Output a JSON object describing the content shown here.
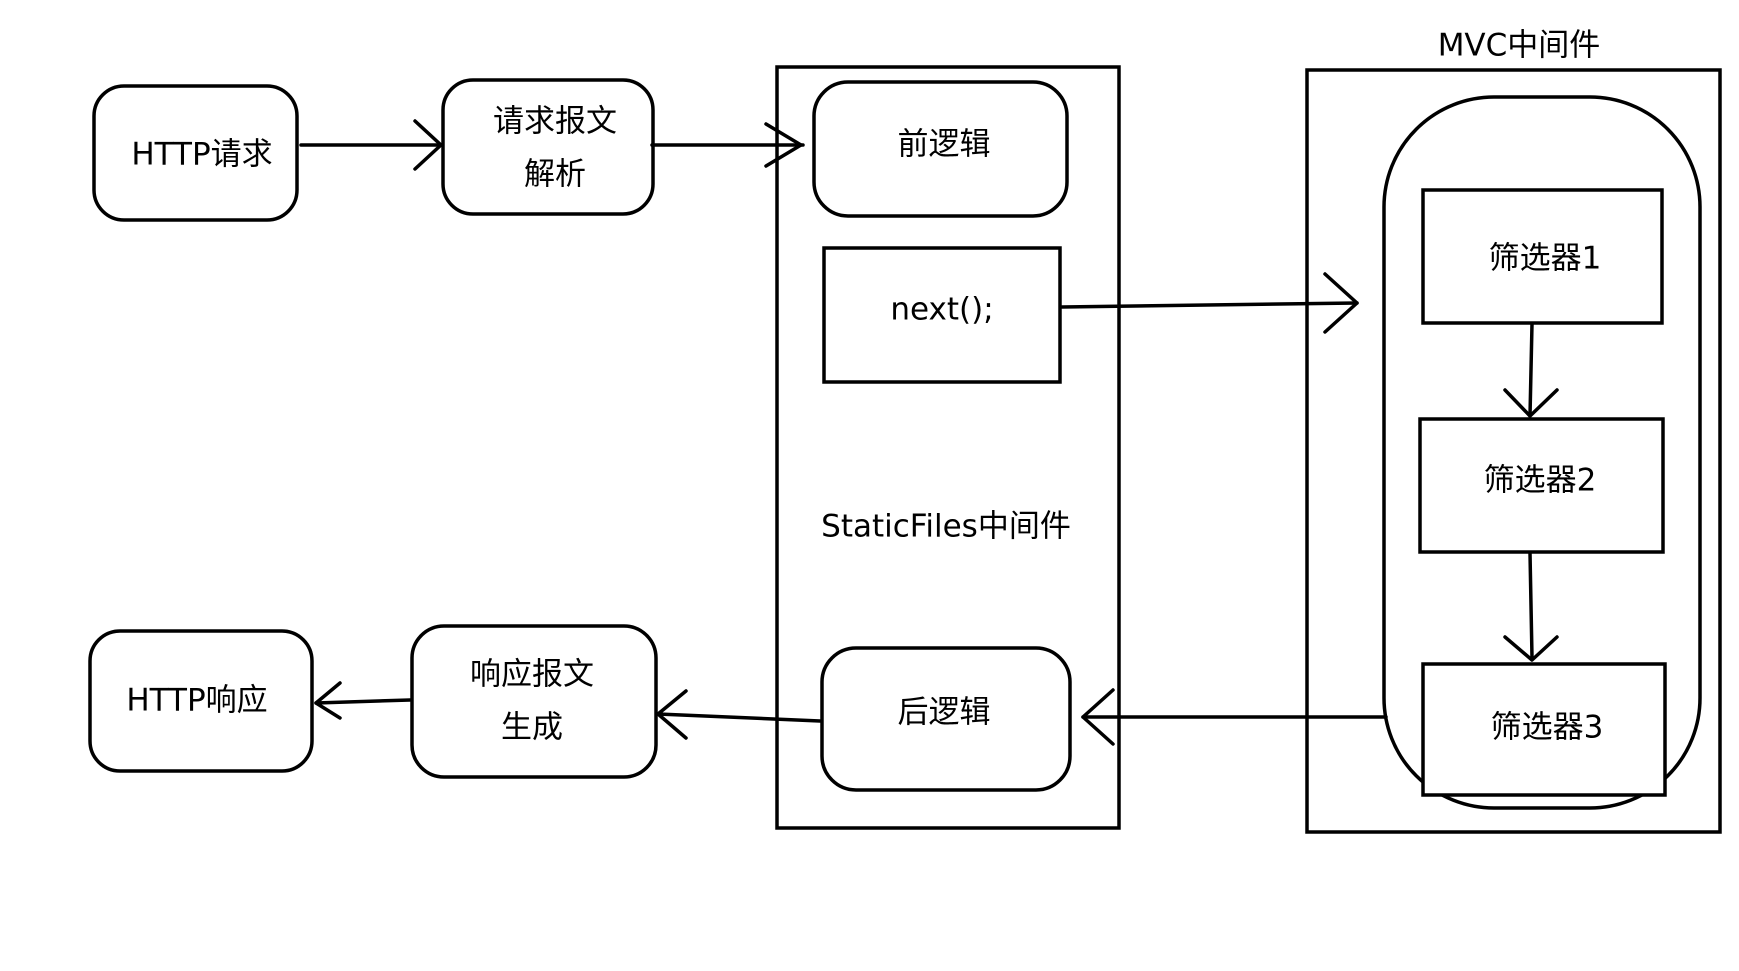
{
  "nodes": {
    "http_request": "HTTP请求",
    "request_parse_l1": "请求报文",
    "request_parse_l2": "解析",
    "pre_logic": "前逻辑",
    "next_call": "next();",
    "post_logic": "后逻辑",
    "response_gen_l1": "响应报文",
    "response_gen_l2": "生成",
    "http_response": "HTTP响应",
    "filter1": "筛选器1",
    "filter2": "筛选器2",
    "filter3": "筛选器3"
  },
  "containers": {
    "staticfiles_label": "StaticFiles中间件",
    "mvc_label": "MVC中间件"
  },
  "edges": [
    {
      "from": "HTTP请求",
      "to": "请求报文解析"
    },
    {
      "from": "请求报文解析",
      "to": "前逻辑"
    },
    {
      "from": "next();",
      "to": "MVC中间件"
    },
    {
      "from": "筛选器1",
      "to": "筛选器2"
    },
    {
      "from": "筛选器2",
      "to": "筛选器3"
    },
    {
      "from": "筛选器3",
      "to": "后逻辑"
    },
    {
      "from": "后逻辑",
      "to": "响应报文生成"
    },
    {
      "from": "响应报文生成",
      "to": "HTTP响应"
    }
  ]
}
